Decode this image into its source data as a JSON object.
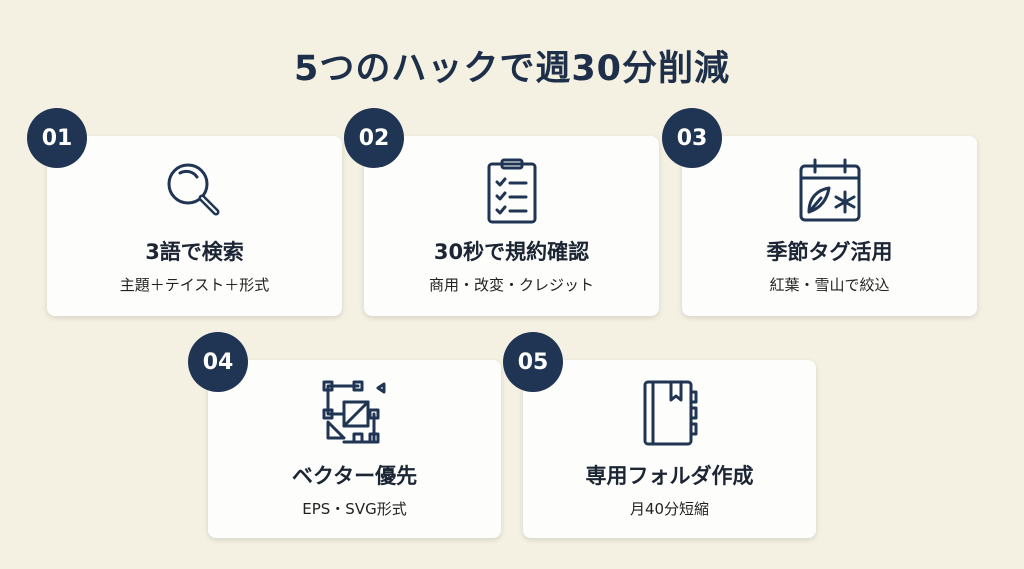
{
  "title": "5つのハックで週30分削減",
  "cards": [
    {
      "number": "01",
      "title": "3語で検索",
      "subtitle": "主題＋テイスト＋形式",
      "icon": "magnifier-icon"
    },
    {
      "number": "02",
      "title": "30秒で規約確認",
      "subtitle": "商用・改変・クレジット",
      "icon": "clipboard-checklist-icon"
    },
    {
      "number": "03",
      "title": "季節タグ活用",
      "subtitle": "紅葉・雪山で絞込",
      "icon": "seasonal-calendar-icon"
    },
    {
      "number": "04",
      "title": "ベクター優先",
      "subtitle": "EPS・SVG形式",
      "icon": "vector-shapes-icon"
    },
    {
      "number": "05",
      "title": "専用フォルダ作成",
      "subtitle": "月40分短縮",
      "icon": "folder-binder-icon"
    }
  ],
  "colors": {
    "background": "#f4f0e2",
    "accent": "#1f3553",
    "card": "#fdfdfc"
  }
}
